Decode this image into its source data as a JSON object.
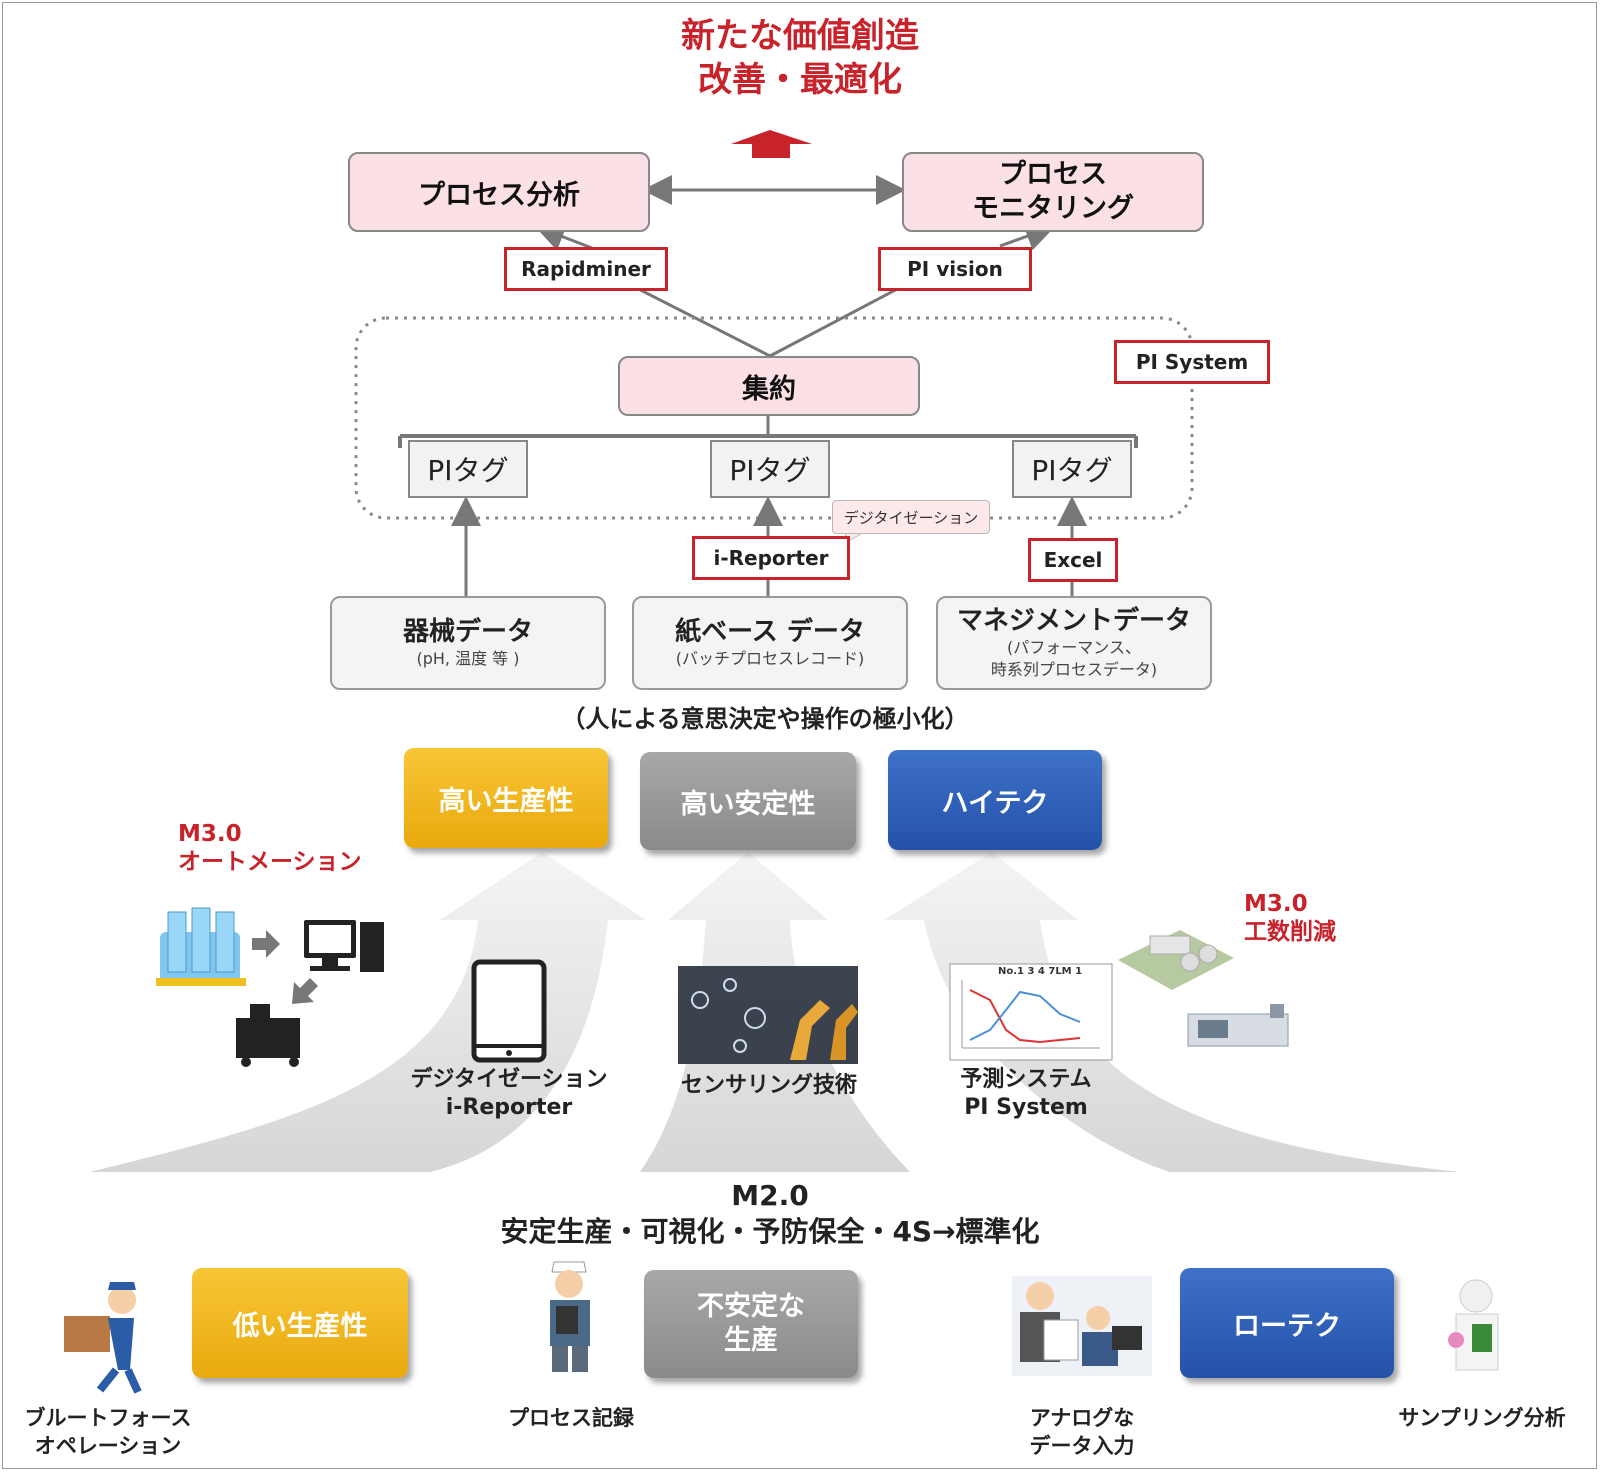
{
  "header": {
    "line1": "新たな価値創造",
    "line2": "改善・最適化"
  },
  "top_boxes": {
    "analysis": "プロセス分析",
    "monitoring_line1": "プロセス",
    "monitoring_line2": "モニタリング"
  },
  "tools": {
    "rapidminer": "Rapidminer",
    "pi_vision": "PI vision",
    "pi_system": "PI System",
    "i_reporter": "i-Reporter",
    "excel": "Excel"
  },
  "aggregate": "集約",
  "pi_tags": [
    "PIタグ",
    "PIタグ",
    "PIタグ"
  ],
  "digitize_callout": "デジタイゼーション",
  "sources": [
    {
      "title": "器械データ",
      "sub1": "(pH, 温度 等 )",
      "sub2": ""
    },
    {
      "title": "紙ベース データ",
      "sub1": "(バッチプロセスレコード)",
      "sub2": ""
    },
    {
      "title": "マネジメントデータ",
      "sub1": "(パフォーマンス、",
      "sub2": "時系列プロセスデータ)"
    }
  ],
  "minimize_note": "（人による意思決定や操作の極小化）",
  "upper_pills": {
    "productivity": "高い生産性",
    "stability": "高い安定性",
    "hitech": "ハイテク"
  },
  "m30_left": {
    "title": "M3.0",
    "subtitle": "オートメーション"
  },
  "m30_right": {
    "title": "M3.0",
    "subtitle": "工数削減"
  },
  "tech": {
    "digitize_line1": "デジタイゼーション",
    "digitize_line2": "i-Reporter",
    "sensing": "センサリング技術",
    "predict_line1": "予測システム",
    "predict_line2": "PI System",
    "chart_title": "No.1 3 4 7LM 1"
  },
  "m20": {
    "title": "M2.0",
    "subtitle": "安定生産・可視化・予防保全・4S→標準化"
  },
  "lower_pills": {
    "productivity": "低い生産性",
    "stability_line1": "不安定な",
    "stability_line2": "生産",
    "lowtech": "ローテク"
  },
  "bottom_captions": {
    "brute_line1": "ブルートフォース",
    "brute_line2": "オペレーション",
    "process_record": "プロセス記録",
    "analog_line1": "アナログな",
    "analog_line2": "データ入力",
    "sampling": "サンプリング分析"
  },
  "colors": {
    "accent_red": "#c8222b",
    "yellow": "#f2b51e",
    "gray": "#9a9a9a",
    "blue": "#2f5fb8",
    "pink": "#fbe1e5"
  }
}
